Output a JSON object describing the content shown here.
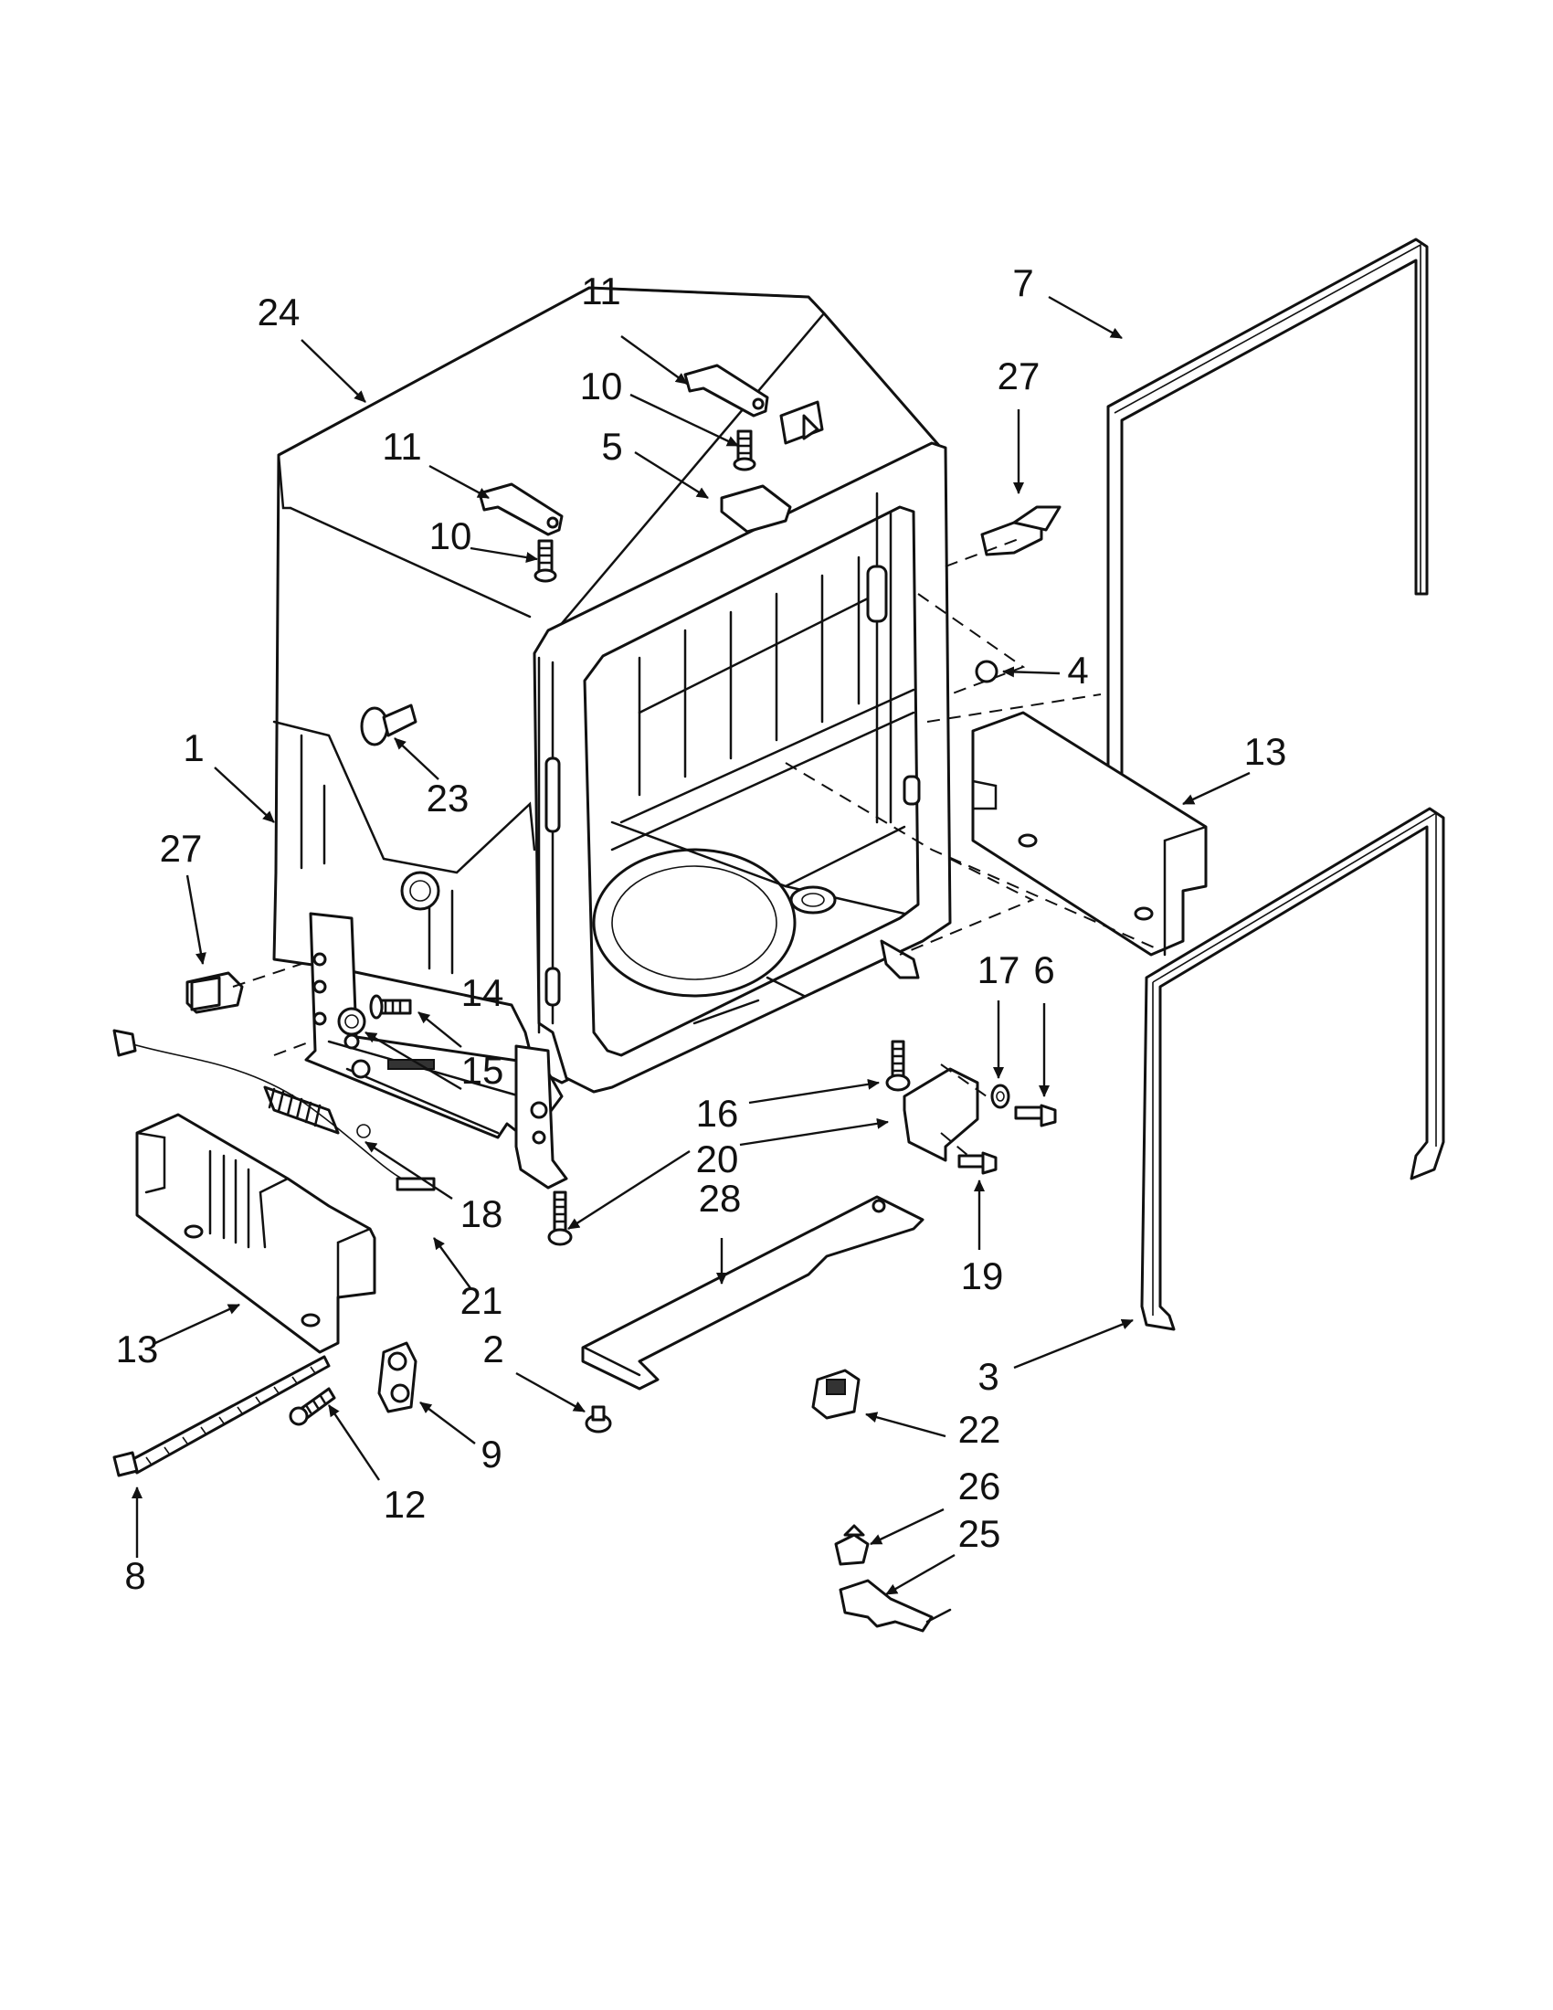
{
  "callouts": [
    {
      "id": "c1",
      "text": "1"
    },
    {
      "id": "c2",
      "text": "2"
    },
    {
      "id": "c3",
      "text": "3"
    },
    {
      "id": "c4",
      "text": "4"
    },
    {
      "id": "c5",
      "text": "5"
    },
    {
      "id": "c6",
      "text": "6"
    },
    {
      "id": "c7",
      "text": "7"
    },
    {
      "id": "c8",
      "text": "8"
    },
    {
      "id": "c9",
      "text": "9"
    },
    {
      "id": "c10a",
      "text": "10"
    },
    {
      "id": "c10b",
      "text": "10"
    },
    {
      "id": "c11a",
      "text": "11"
    },
    {
      "id": "c11b",
      "text": "11"
    },
    {
      "id": "c12",
      "text": "12"
    },
    {
      "id": "c13a",
      "text": "13"
    },
    {
      "id": "c13b",
      "text": "13"
    },
    {
      "id": "c14",
      "text": "14"
    },
    {
      "id": "c15",
      "text": "15"
    },
    {
      "id": "c16",
      "text": "16"
    },
    {
      "id": "c17",
      "text": "17"
    },
    {
      "id": "c18",
      "text": "18"
    },
    {
      "id": "c19",
      "text": "19"
    },
    {
      "id": "c20",
      "text": "20"
    },
    {
      "id": "c21",
      "text": "21"
    },
    {
      "id": "c22",
      "text": "22"
    },
    {
      "id": "c23",
      "text": "23"
    },
    {
      "id": "c24",
      "text": "24"
    },
    {
      "id": "c25",
      "text": "25"
    },
    {
      "id": "c26",
      "text": "26"
    },
    {
      "id": "c27a",
      "text": "27"
    },
    {
      "id": "c27b",
      "text": "27"
    },
    {
      "id": "c28",
      "text": "28"
    }
  ]
}
